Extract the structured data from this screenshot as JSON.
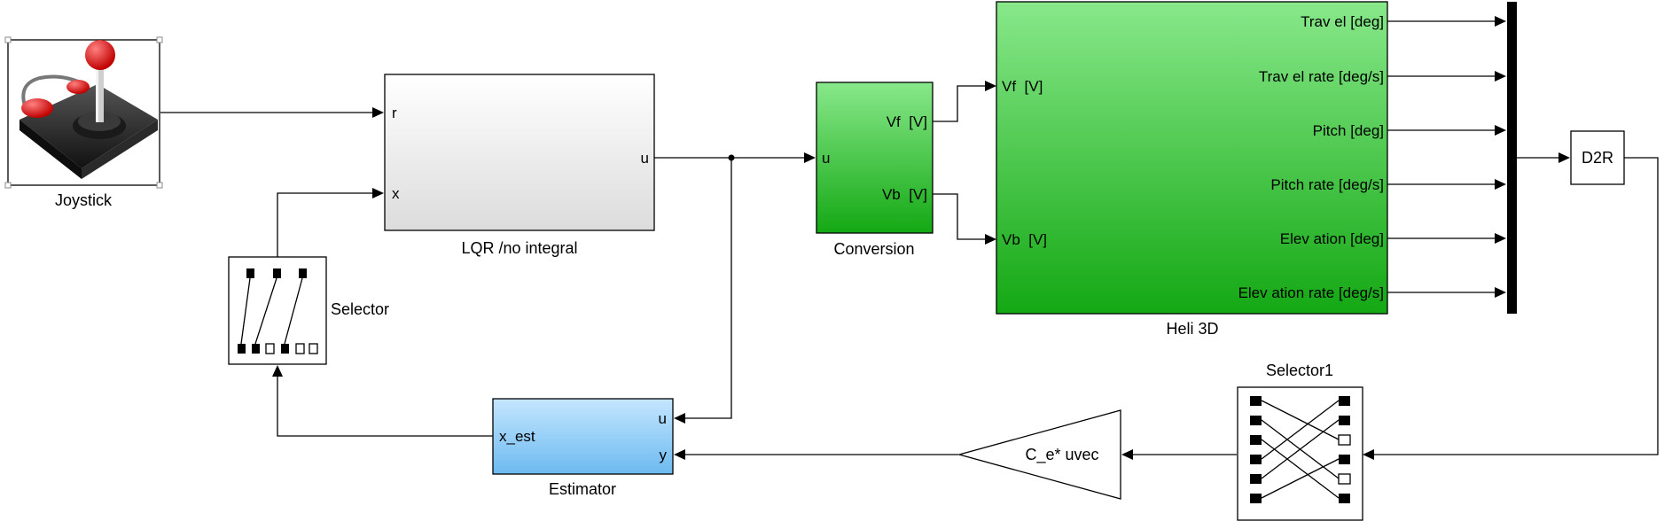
{
  "blocks": {
    "joystick": {
      "name": "Joystick"
    },
    "lqr": {
      "name": "LQR /no integral",
      "in_ports": [
        "r",
        "x"
      ],
      "out_port": "u"
    },
    "conversion": {
      "name": "Conversion",
      "in_port": "u",
      "out_ports": [
        "Vf  [V]",
        "Vb  [V]"
      ]
    },
    "heli": {
      "name": "Heli 3D",
      "in_ports": [
        "Vf  [V]",
        "Vb  [V]"
      ],
      "out_ports": [
        "Trav el [deg]",
        "Trav el rate [deg/s]",
        "Pitch [deg]",
        "Pitch rate [deg/s]",
        "Elev ation [deg]",
        "Elev ation rate [deg/s]"
      ]
    },
    "d2r": {
      "name": "D2R"
    },
    "selector": {
      "name": "Selector"
    },
    "selector1": {
      "name": "Selector1"
    },
    "gain": {
      "name": "C_e* uvec"
    },
    "estimator": {
      "name": "Estimator",
      "in_ports": [
        "u",
        "y"
      ],
      "out_port": "x_est"
    }
  },
  "colors": {
    "green_top": "#88e88a",
    "green_bottom": "#14a814",
    "blue_top": "#c5e6ff",
    "blue_bottom": "#6cbaf0",
    "lqr_top": "#ffffff",
    "lqr_bottom": "#dcdcdc"
  }
}
